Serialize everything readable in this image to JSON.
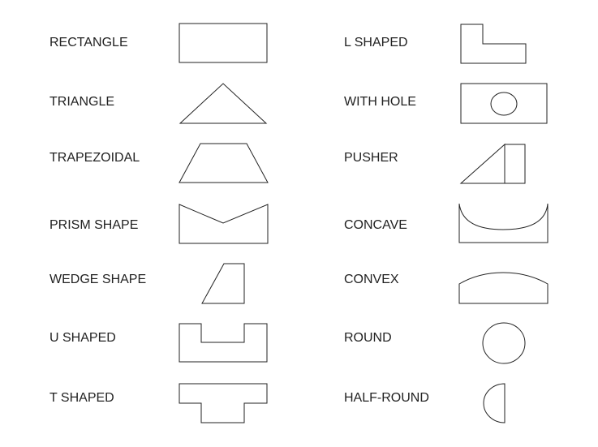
{
  "left_column": [
    {
      "id": "rectangle",
      "label": "RECTANGLE"
    },
    {
      "id": "triangle",
      "label": "TRIANGLE"
    },
    {
      "id": "trapezoidal",
      "label": "TRAPEZOIDAL"
    },
    {
      "id": "prism",
      "label": "PRISM SHAPE"
    },
    {
      "id": "wedge",
      "label": "WEDGE SHAPE"
    },
    {
      "id": "u-shaped",
      "label": "U SHAPED"
    },
    {
      "id": "t-shaped",
      "label": "T SHAPED"
    }
  ],
  "right_column": [
    {
      "id": "l-shaped",
      "label": "L SHAPED"
    },
    {
      "id": "with-hole",
      "label": "WITH HOLE"
    },
    {
      "id": "pusher",
      "label": "PUSHER"
    },
    {
      "id": "concave",
      "label": "CONCAVE"
    },
    {
      "id": "convex",
      "label": "CONVEX"
    },
    {
      "id": "round",
      "label": "ROUND"
    },
    {
      "id": "half-round",
      "label": "HALF-ROUND"
    }
  ],
  "colors": {
    "stroke": "#222222",
    "text": "#222222",
    "background": "#ffffff"
  }
}
